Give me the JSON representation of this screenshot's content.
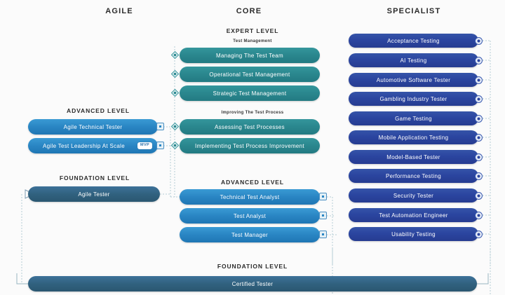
{
  "columns": [
    {
      "id": "agile",
      "title": "AGILE"
    },
    {
      "id": "core",
      "title": "CORE"
    },
    {
      "id": "specialist",
      "title": "SPECIALIST"
    }
  ],
  "captions": {
    "core_expert": "EXPERT LEVEL",
    "core_expert_sub_1": "Test Management",
    "core_expert_sub_2": "Improving The Test Process",
    "core_advanced": "ADVANCED LEVEL",
    "agile_advanced": "ADVANCED LEVEL",
    "agile_foundation": "FOUNDATION LEVEL",
    "bottom_foundation": "FOUNDATION LEVEL"
  },
  "agile": {
    "advanced": [
      {
        "label": "Agile Technical Tester",
        "badge": null
      },
      {
        "label": "Agile Test Leadership At Scale",
        "badge": "MVP"
      }
    ],
    "foundation": [
      {
        "label": "Agile Tester",
        "badge": null
      }
    ]
  },
  "core": {
    "expert_test_management": [
      {
        "label": "Managing The Test Team"
      },
      {
        "label": "Operational Test Management"
      },
      {
        "label": "Strategic Test Management"
      }
    ],
    "expert_improving_process": [
      {
        "label": "Assessing Test Processes"
      },
      {
        "label": "Implementing Test Process Improvement"
      }
    ],
    "advanced": [
      {
        "label": "Technical Test Analyst"
      },
      {
        "label": "Test Analyst"
      },
      {
        "label": "Test Manager"
      }
    ]
  },
  "specialist": {
    "items": [
      {
        "label": "Acceptance Testing"
      },
      {
        "label": "AI Testing"
      },
      {
        "label": "Automotive Software Tester"
      },
      {
        "label": "Gambling Industry Tester"
      },
      {
        "label": "Game Testing"
      },
      {
        "label": "Mobile Application Testing"
      },
      {
        "label": "Model-Based Tester"
      },
      {
        "label": "Performance Testing"
      },
      {
        "label": "Security Tester"
      },
      {
        "label": "Test Automation Engineer"
      },
      {
        "label": "Usability Testing"
      }
    ]
  },
  "bottom": {
    "label": "Certified Tester"
  },
  "colors": {
    "background": "#fbfbfb",
    "teal": "#2b888f",
    "blue": "#2a86c4",
    "navy": "#2b45a0",
    "dark_blue": "#2f6089",
    "foundation": "#31627f",
    "text": "#2b2b2b",
    "connector_line": "#b9cfd6",
    "node_teal": "#3f9aa0",
    "node_blue": "#2f63b5"
  }
}
